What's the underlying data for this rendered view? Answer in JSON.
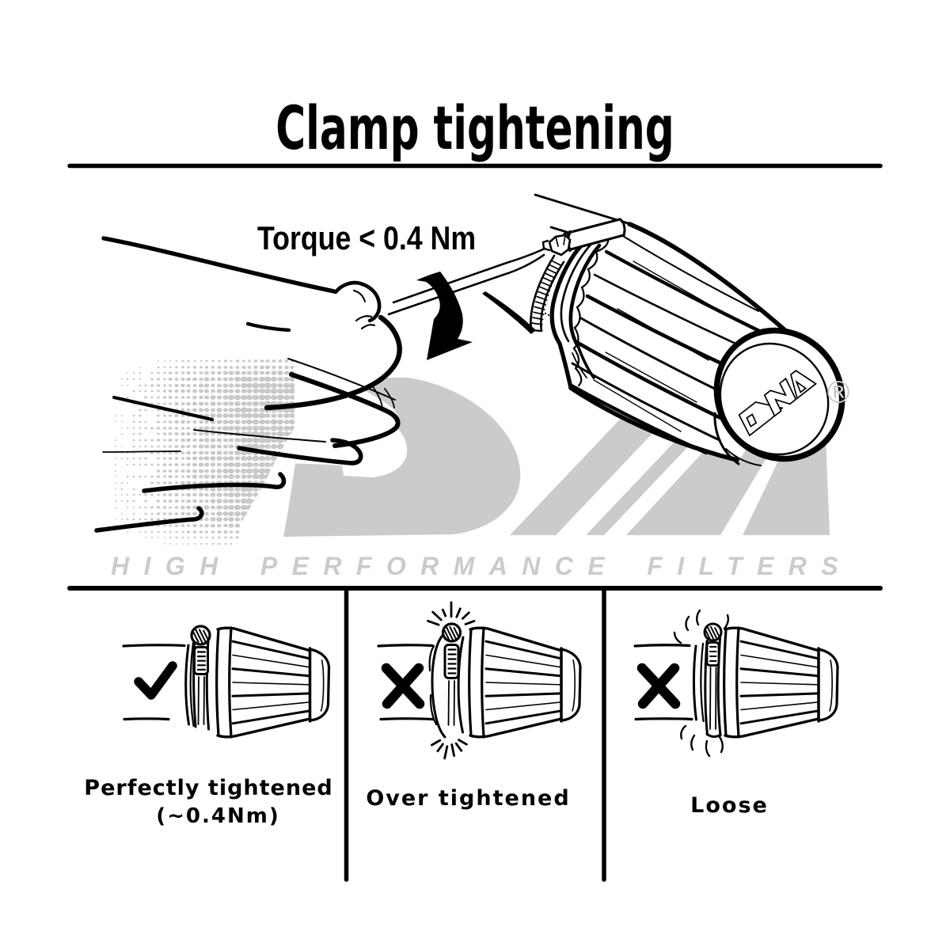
{
  "title": "Clamp tightening",
  "colors": {
    "ink": "#000000",
    "paper": "#ffffff",
    "watermark": "#cbcbcb"
  },
  "main_diagram": {
    "torque_label": "Torque < 0.4 Nm",
    "cap_logo_text": "DNA"
  },
  "watermark": {
    "brand": "DNA",
    "registered": "®",
    "tagline": "HIGH PERFORMANCE FILTERS"
  },
  "panels": [
    {
      "id": "perfectly-tightened",
      "verdict": "correct",
      "caption_line1": "Perfectly tightened",
      "caption_line2": "(~0.4Nm)"
    },
    {
      "id": "over-tightened",
      "verdict": "wrong",
      "caption_line1": "Over tightened"
    },
    {
      "id": "loose",
      "verdict": "wrong",
      "caption_line1": "Loose"
    }
  ]
}
